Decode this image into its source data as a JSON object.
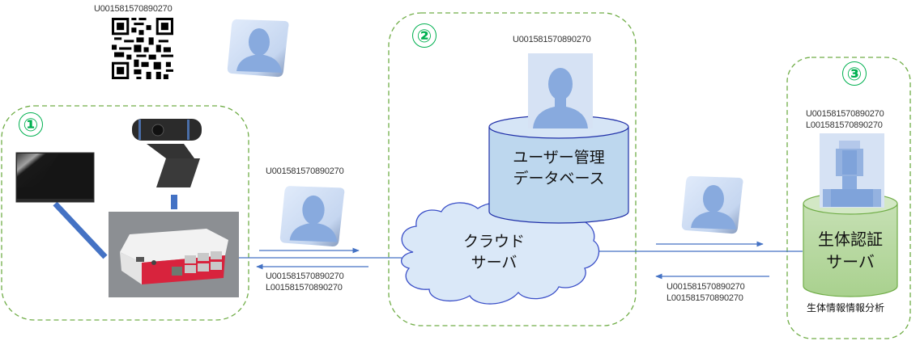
{
  "diagram": {
    "colors": {
      "group_border": "#70ad47",
      "group_number": "#00b050",
      "connector": "#4472c4",
      "db_fill": "#bdd7ee",
      "cloud_fill": "#dae8f8",
      "bio_fill": "#a9d18e"
    },
    "qr_block": {
      "user_id": "U001581570890270",
      "icon": "qr-code-icon"
    },
    "groups": [
      {
        "number": "①",
        "name": "client-terminal",
        "devices": [
          "monitor",
          "webcam",
          "raspberry-pi"
        ]
      },
      {
        "number": "②",
        "name": "cloud"
      },
      {
        "number": "③",
        "name": "biometric"
      }
    ],
    "cloud_db": {
      "user_id": "U001581570890270",
      "label_line1": "ユーザー管理",
      "label_line2": "データベース"
    },
    "cloud_server": {
      "label_line1": "クラウド",
      "label_line2": "サーバ"
    },
    "bio_server": {
      "ids": [
        "U001581570890270",
        "L001581570890270"
      ],
      "label_line1": "生体認証",
      "label_line2": "サーバ",
      "caption": "生体情報情報分析"
    },
    "flows": {
      "client_to_cloud": {
        "id": "U001581570890270"
      },
      "cloud_to_client": {
        "ids": [
          "U001581570890270",
          "L001581570890270"
        ]
      },
      "bio_to_cloud": {
        "ids": [
          "U001581570890270",
          "L001581570890270"
        ]
      }
    }
  }
}
